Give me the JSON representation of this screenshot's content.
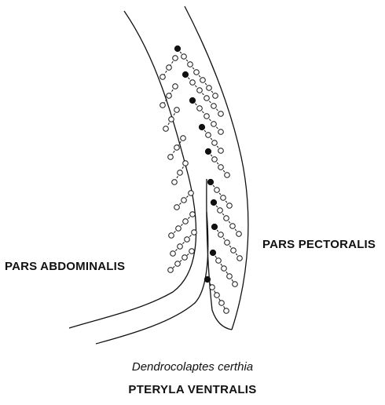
{
  "labels": {
    "pars_pectoralis": "PARS PECTORALIS",
    "pars_abdominalis": "PARS ABDOMINALIS"
  },
  "caption": {
    "species": "Dendrocolaptes certhia",
    "tract": "PTERYLA VENTRALIS"
  },
  "colors": {
    "ink": "#111111",
    "background": "#ffffff",
    "open_feather": "#ffffff",
    "first_feather": "#111111"
  }
}
